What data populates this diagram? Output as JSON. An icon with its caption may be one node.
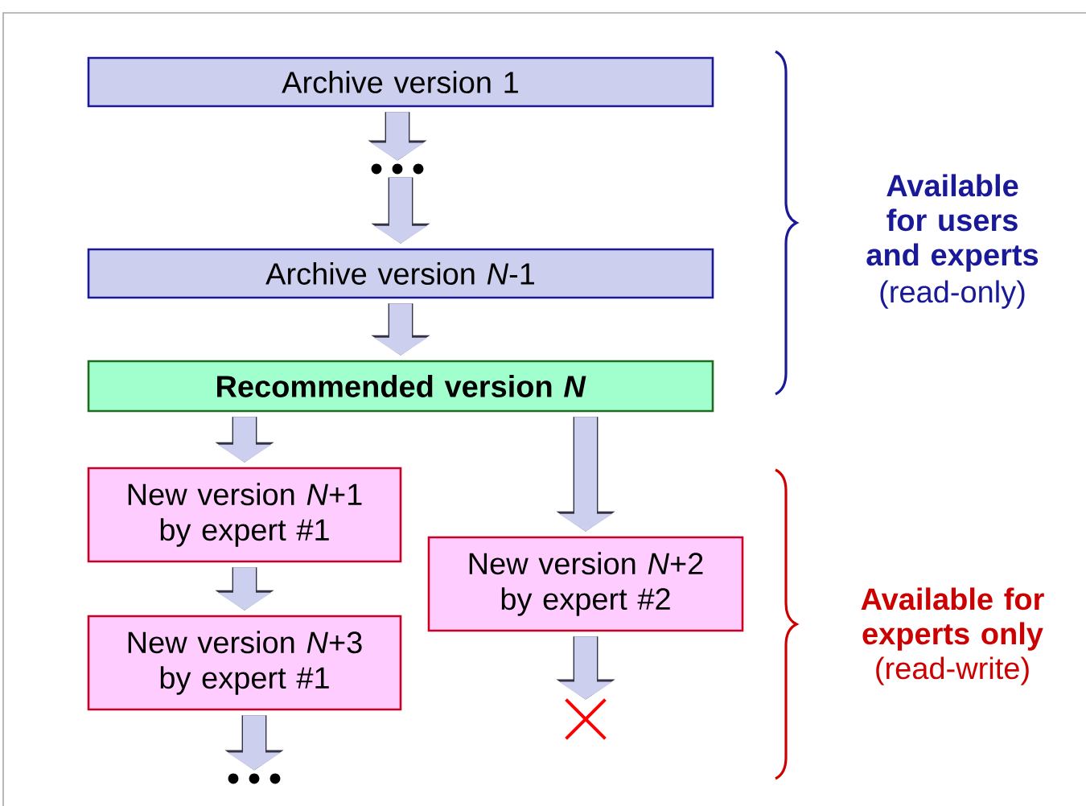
{
  "diagram": {
    "nodes": [
      {
        "text": [
          "Archive version 1"
        ]
      },
      {
        "text": [],
        "shape": "dots"
      },
      {
        "text": [
          "Archive version *N*-1"
        ]
      },
      {
        "text": [
          "Recommended version *N*"
        ]
      },
      {
        "text": [
          "New version *N*+1 by expert #1"
        ]
      },
      {
        "text": [
          "New version *N*+2 by expert #2"
        ]
      },
      {
        "text": [
          "New version *N*+3 by expert #1"
        ]
      },
      {
        "text": [],
        "shape": "cross"
      },
      {
        "text": [],
        "shape": "dots"
      }
    ],
    "edges": [
      {
        "from": 0,
        "to": 1,
        "arrow": "to"
      },
      {
        "from": 1,
        "to": 2,
        "arrow": "to"
      },
      {
        "from": 2,
        "to": 3,
        "arrow": "to"
      },
      {
        "from": 3,
        "to": 4,
        "arrow": "to"
      },
      {
        "from": 3,
        "to": 5,
        "arrow": "to"
      },
      {
        "from": 4,
        "to": 6,
        "arrow": "to"
      },
      {
        "from": 5,
        "to": 7,
        "arrow": "to"
      },
      {
        "from": 6,
        "to": 8,
        "arrow": "to"
      }
    ],
    "labels": [
      "Available for users and experts",
      "(read-only)",
      "Available for experts only",
      "(read-write)"
    ]
  }
}
